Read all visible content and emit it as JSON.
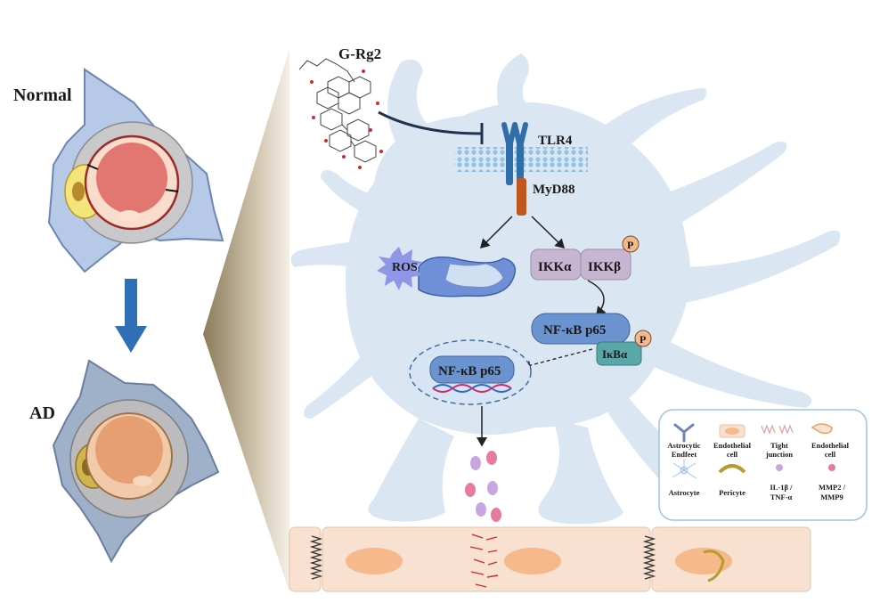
{
  "panels": {
    "normal_label": "Normal",
    "ad_label": "AD"
  },
  "drug": {
    "name": "G-Rg2"
  },
  "pathway": {
    "tlr4": "TLR4",
    "myd88": "MyD88",
    "ros": "ROS",
    "ikka": "IKKα",
    "ikkb": "IKKβ",
    "phospho": "P",
    "nfkb_cyto": "NF-κB p65",
    "ikba": "IκBα",
    "nfkb_nucleus": "NF-κB p65"
  },
  "legend": {
    "items": [
      {
        "lines": [
          "Astrocytic",
          "Endfeet"
        ]
      },
      {
        "lines": [
          "Endothelial",
          "cell"
        ]
      },
      {
        "lines": [
          "Tight",
          "junction"
        ]
      },
      {
        "lines": [
          "Endothelial",
          "cell"
        ]
      },
      {
        "lines": [
          "Astrocyte"
        ]
      },
      {
        "lines": [
          "Pericyte"
        ]
      },
      {
        "lines": [
          "IL-1β /",
          "TNF-α"
        ]
      },
      {
        "lines": [
          "MMP2 /",
          "MMP9"
        ]
      }
    ]
  },
  "colors": {
    "astrocyte_fill": "#dbe6f3",
    "membrane": "#8fc3e6",
    "receptor": "#2f6ea8",
    "myd88": "#c0571f",
    "ikk": "#c7b6d2",
    "nfkb": "#6b93cf",
    "ikba": "#5aa7a8",
    "phospho": "#f2b98f",
    "cytokine": "#c8a6df",
    "mmp": "#e77aa1",
    "endothelium": "#f8e1d0",
    "arrow_main": "#2f6fb6"
  }
}
